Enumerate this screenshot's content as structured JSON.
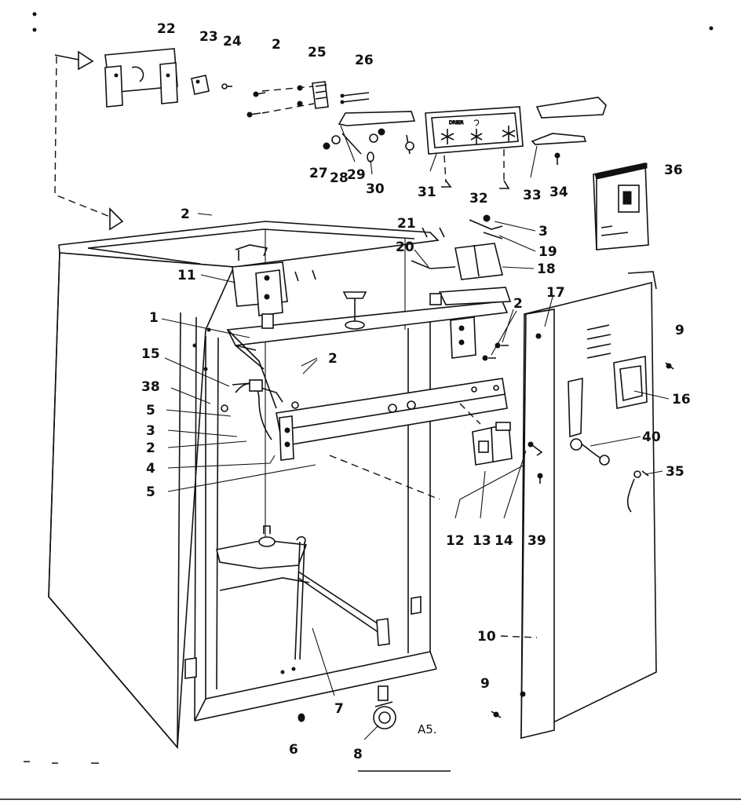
{
  "diagram": {
    "callouts": {
      "c1": "1",
      "c2a": "2",
      "c2b": "2",
      "c2c": "2",
      "c2d": "2",
      "c2e": "2",
      "c3a": "3",
      "c3b": "3",
      "c4": "4",
      "c5a": "5",
      "c5b": "5",
      "c6": "6",
      "c7": "7",
      "c8": "8",
      "c9a": "9",
      "c9b": "9",
      "c10": "10",
      "c11": "11",
      "c12": "12",
      "c13": "13",
      "c14": "14",
      "c15": "15",
      "c16": "16",
      "c17": "17",
      "c18": "18",
      "c19": "19",
      "c20": "20",
      "c21": "21",
      "c22": "22",
      "c23": "23",
      "c24": "24",
      "c25": "25",
      "c26": "26",
      "c27": "27",
      "c28": "28",
      "c29": "29",
      "c30": "30",
      "c31": "31",
      "c32": "32",
      "c33": "33",
      "c34": "34",
      "c35": "35",
      "c36": "36",
      "c38": "38",
      "c39": "39",
      "c40": "40"
    },
    "figure_code": "A5."
  }
}
